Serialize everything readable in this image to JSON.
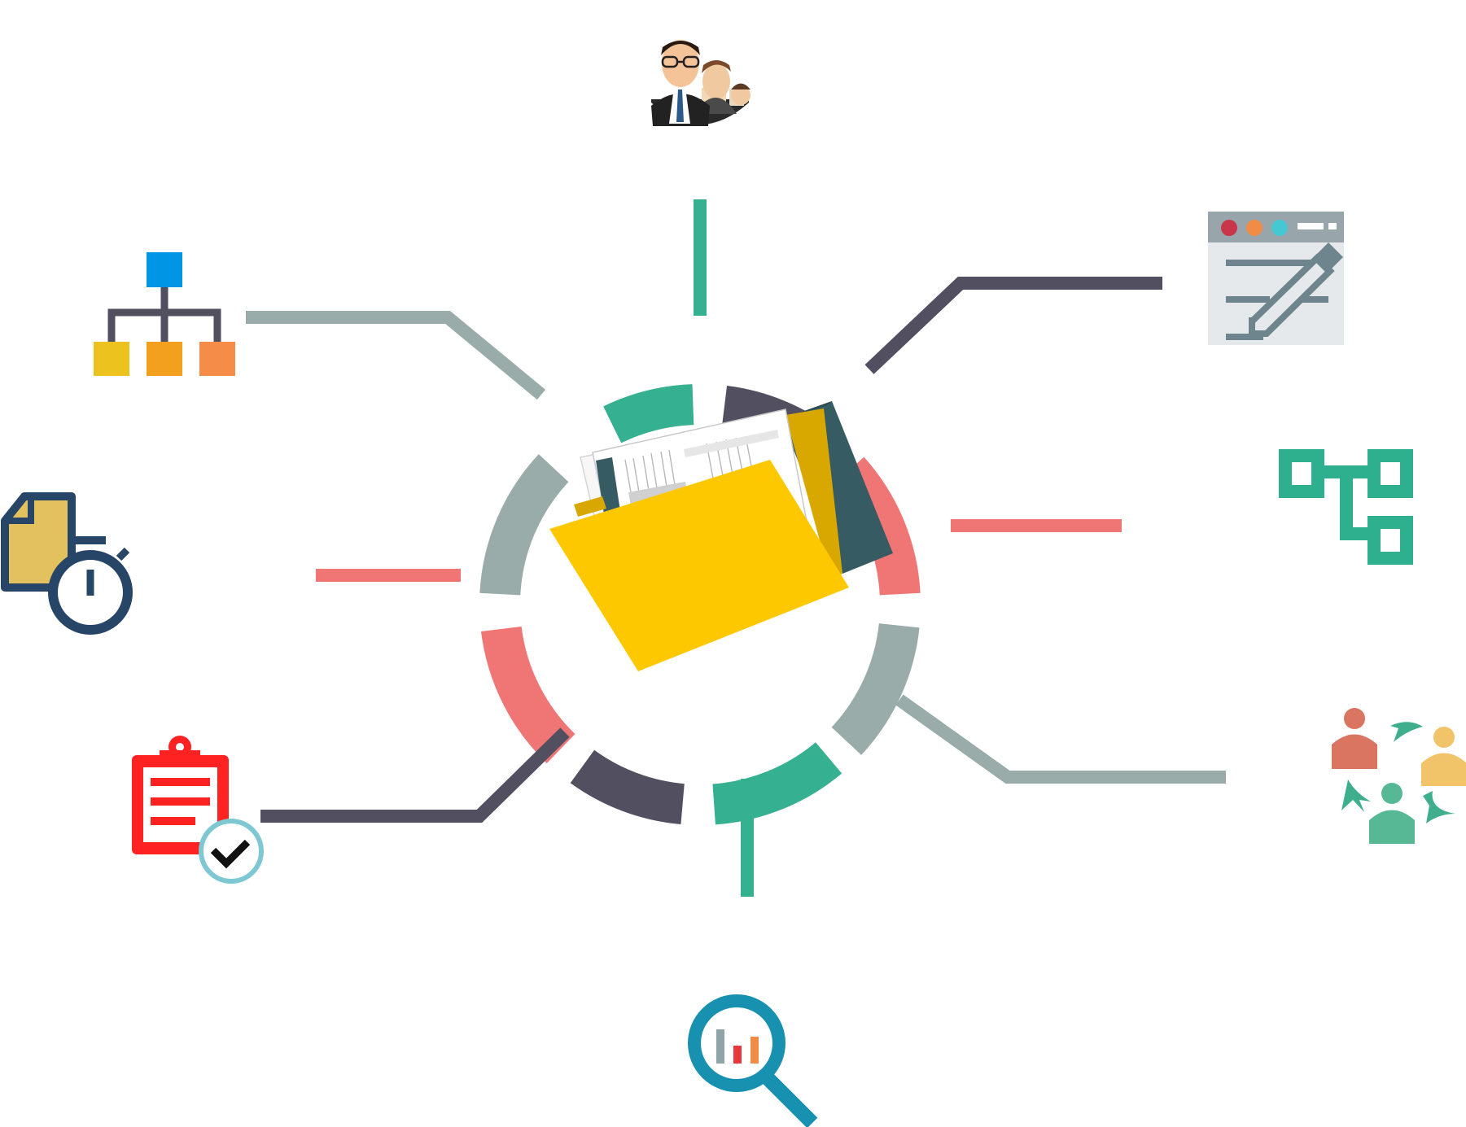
{
  "diagram": {
    "colors": {
      "teal": "#35B090",
      "slate": "#514F60",
      "coral": "#F07575",
      "gray": "#9AACA9",
      "folder_yellow": "#FEC800",
      "folder_dark": "#375B63",
      "blue": "#0096E6",
      "red_clipboard": "#FF2222",
      "magnifier": "#1890B0"
    },
    "center": {
      "icon": "open-folder-with-documents-icon"
    },
    "nodes": [
      {
        "id": "team",
        "icon": "business-team-icon",
        "color": "#35B090"
      },
      {
        "id": "editor",
        "icon": "browser-window-pencil-icon",
        "color": "#514F60"
      },
      {
        "id": "workflow",
        "icon": "connected-squares-workflow-icon",
        "color": "#F07575"
      },
      {
        "id": "collaboration",
        "icon": "people-exchange-arrows-icon",
        "color": "#9AACA9"
      },
      {
        "id": "analytics",
        "icon": "magnifier-bar-chart-icon",
        "color": "#35B090"
      },
      {
        "id": "checklist",
        "icon": "clipboard-checkmark-icon",
        "color": "#514F60"
      },
      {
        "id": "document-timer",
        "icon": "document-stopwatch-icon",
        "color": "#F07575"
      },
      {
        "id": "hierarchy",
        "icon": "org-chart-hierarchy-icon",
        "color": "#9AACA9"
      }
    ]
  }
}
